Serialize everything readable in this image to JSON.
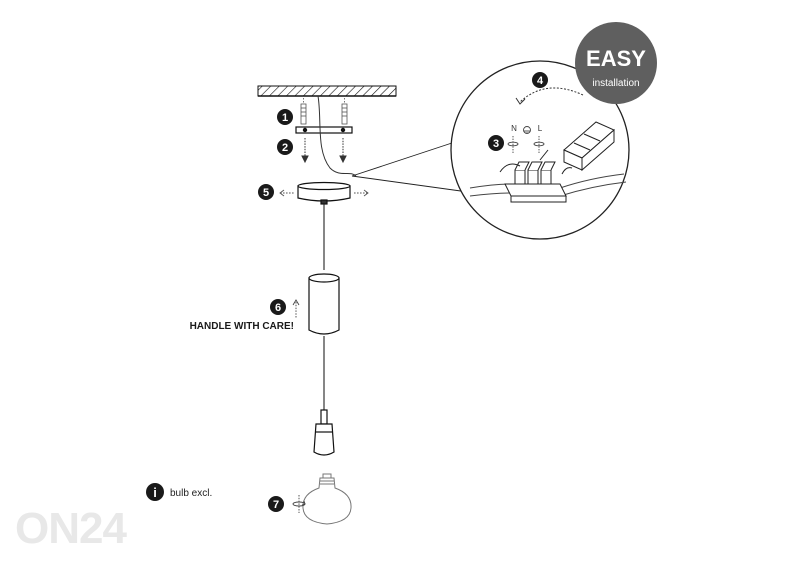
{
  "badge": {
    "title": "EASY",
    "subtitle": "installation",
    "color": "#5f5f5f"
  },
  "steps": {
    "s1": "1",
    "s2": "2",
    "s3": "3",
    "s4": "4",
    "s5": "5",
    "s6": "6",
    "s7": "7"
  },
  "terminals": {
    "neutral": "N",
    "live": "L"
  },
  "warning": "HANDLE WITH CARE!",
  "info": {
    "icon": "i",
    "text": "bulb excl."
  },
  "watermark": "ON24"
}
